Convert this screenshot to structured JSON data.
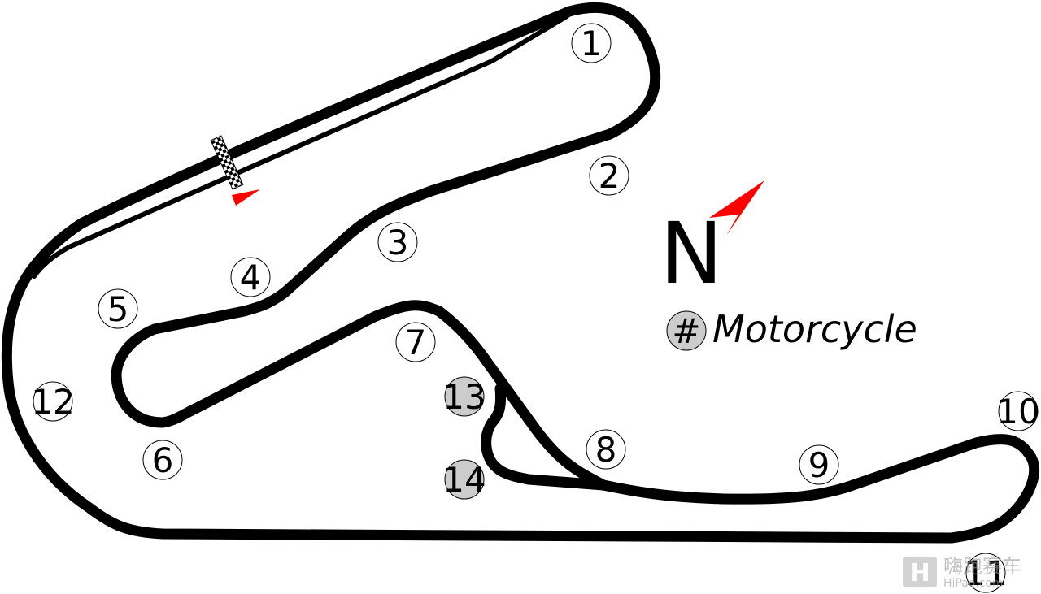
{
  "map": {
    "colors": {
      "track": "#000000",
      "marker_fill": "#ffffff",
      "motorcycle_marker_fill": "#cccccc",
      "accent": "#ff0000"
    },
    "turns": [
      {
        "label": "1",
        "motorcycle": false
      },
      {
        "label": "2",
        "motorcycle": false
      },
      {
        "label": "3",
        "motorcycle": false
      },
      {
        "label": "4",
        "motorcycle": false
      },
      {
        "label": "5",
        "motorcycle": false
      },
      {
        "label": "6",
        "motorcycle": false
      },
      {
        "label": "7",
        "motorcycle": false
      },
      {
        "label": "8",
        "motorcycle": false
      },
      {
        "label": "9",
        "motorcycle": false
      },
      {
        "label": "10",
        "motorcycle": false
      },
      {
        "label": "11",
        "motorcycle": false
      },
      {
        "label": "12",
        "motorcycle": false
      },
      {
        "label": "13",
        "motorcycle": true
      },
      {
        "label": "14",
        "motorcycle": true
      }
    ],
    "north_label": "N",
    "legend": {
      "symbol": "#",
      "label": "Motorcycle"
    },
    "icons": {
      "start_finish": "checkered-flag-icon",
      "direction": "direction-arrow-icon",
      "north": "north-arrow-icon"
    }
  },
  "watermark": {
    "text": "嗨跑赛车",
    "sub": "HiPao.com",
    "logo": "H"
  }
}
